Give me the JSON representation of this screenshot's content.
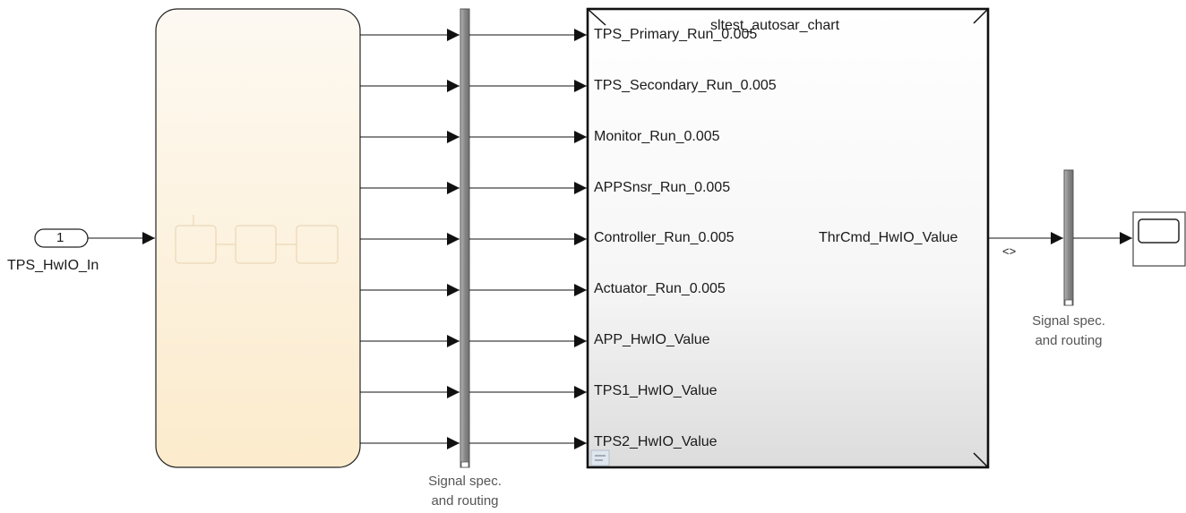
{
  "inport": {
    "number": "1",
    "name": "TPS_HwIO_In"
  },
  "chart_block": {
    "title": "sltest_autosar_chart",
    "inputs": [
      "TPS_Primary_Run_0.005",
      "TPS_Secondary_Run_0.005",
      "Monitor_Run_0.005",
      "APPSnsr_Run_0.005",
      "Controller_Run_0.005",
      "Actuator_Run_0.005",
      "APP_HwIO_Value",
      "TPS1_HwIO_Value",
      "TPS2_HwIO_Value"
    ],
    "output": "ThrCmd_HwIO_Value"
  },
  "bus_left": {
    "caption_line1": "Signal spec.",
    "caption_line2": "and routing"
  },
  "bus_right": {
    "caption_line1": "Signal spec.",
    "caption_line2": "and routing"
  },
  "signal_marker": "<>",
  "colors": {
    "stateflow_top": "#fdf8ef",
    "stateflow_bottom": "#fcebcc",
    "bus_bar": "#8c8c8c",
    "line": "#111111"
  }
}
